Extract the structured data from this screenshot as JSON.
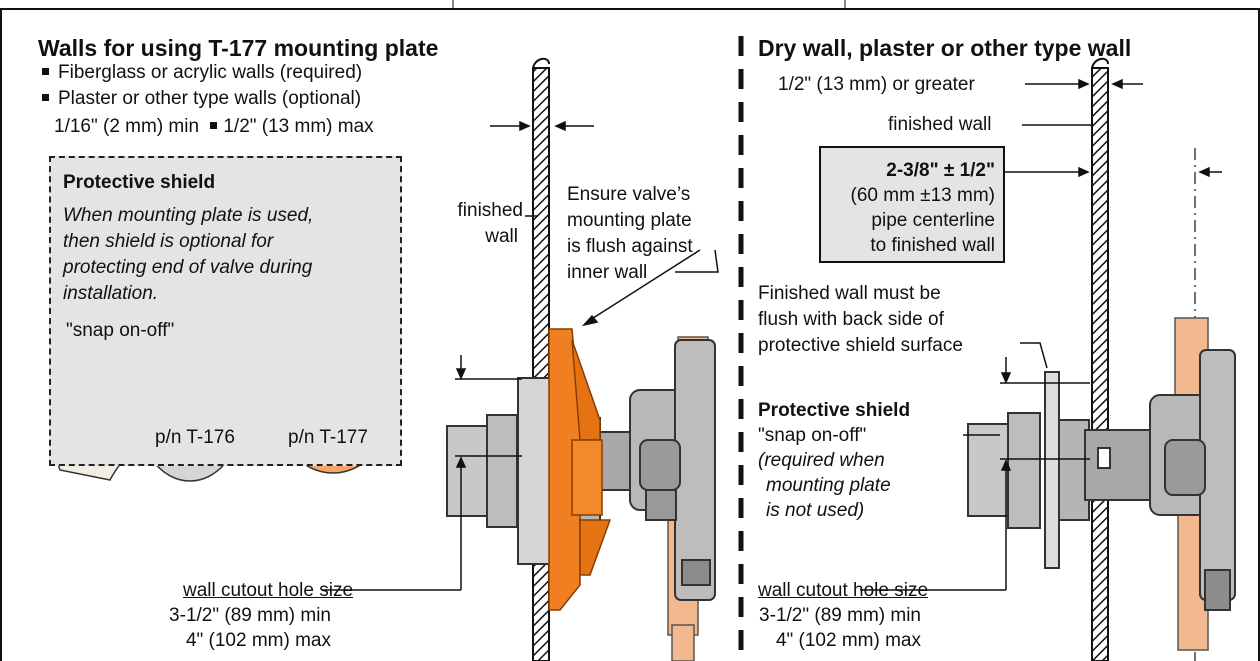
{
  "left": {
    "title": "Walls for using T-177 mounting plate",
    "bullets": [
      "Fiberglass or acrylic walls (required)",
      "Plaster or other type walls (optional)"
    ],
    "thickness_min": "1/16\" (2 mm) min",
    "thickness_max": "1/2\" (13 mm) max",
    "shield_box": {
      "title": "Protective shield",
      "lines": [
        "When mounting plate is used,",
        "then shield is optional for",
        "protecting end of valve during",
        "installation."
      ],
      "snap_label": "\"snap on-off\"",
      "part_shield": "p/n T-176",
      "part_plate": "p/n T-177"
    },
    "finished_wall": [
      "finished",
      "wall"
    ],
    "ensure_note": [
      "Ensure valve’s",
      "mounting plate",
      "is flush against",
      "inner wall"
    ],
    "cutout": {
      "label": "wall cutout hole size",
      "min": "3-1/2\" (89 mm) min",
      "max": "4\" (102 mm) max"
    }
  },
  "right": {
    "title": "Dry wall, plaster or other type wall",
    "thickness": "1/2\" (13 mm) or greater",
    "finished_wall": "finished wall",
    "centerline": {
      "value": "2-3/8\" ± 1/2\"",
      "metric": "(60 mm ±13 mm)",
      "line1": "pipe centerline",
      "line2": "to finished wall"
    },
    "flush_note": [
      "Finished wall must be",
      "flush with back side of",
      "protective shield surface"
    ],
    "shield_title": "Protective shield",
    "shield_lines": [
      "\"snap on-off\"",
      "(required when",
      "mounting plate",
      "is not used)"
    ],
    "cutout": {
      "label": "wall cutout hole size",
      "min": "3-1/2\" (89 mm) min",
      "max": "4\" (102 mm) max"
    }
  },
  "colors": {
    "orange": "#f07f1f",
    "plate_orange": "#f6a56a",
    "copper": "#f2b98e",
    "gray": "#b8b8b8",
    "panel": "#e4e4e4"
  }
}
